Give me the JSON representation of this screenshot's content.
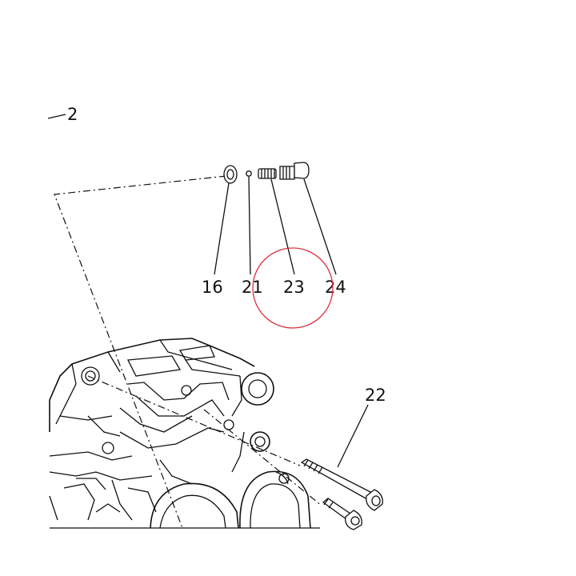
{
  "callouts": {
    "c2": "2",
    "c16": "16",
    "c21": "21",
    "c23": "23",
    "c24": "24",
    "c22": "22"
  },
  "highlight_color": "#d9323c"
}
